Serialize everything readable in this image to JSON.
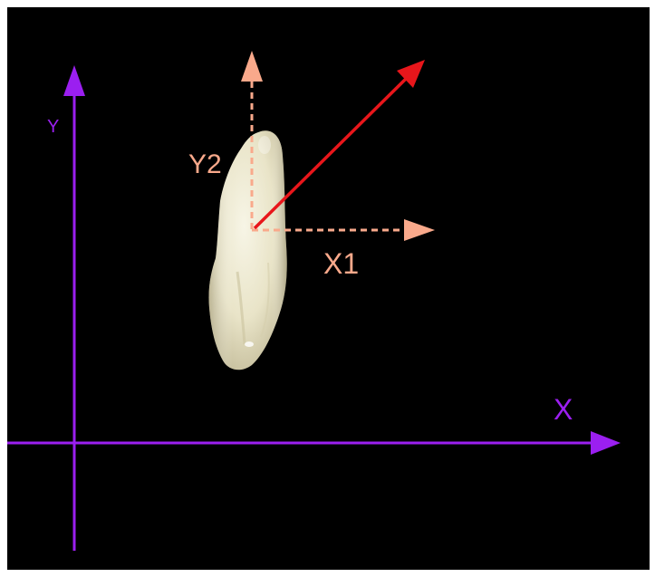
{
  "labels": {
    "y_axis": "Y",
    "x_axis": "X",
    "x1_axis": "X1",
    "y2_axis": "Y2"
  },
  "colors": {
    "background": "#000000",
    "frame": "#ffffff",
    "main_axes": "#9b1ff0",
    "local_axes": "#f9a98b",
    "direction_vector": "#e8161b",
    "tooth_body": "#ece8cf",
    "tooth_shadow": "#c9c2a2"
  },
  "icons": {
    "object": "tooth-icon"
  }
}
